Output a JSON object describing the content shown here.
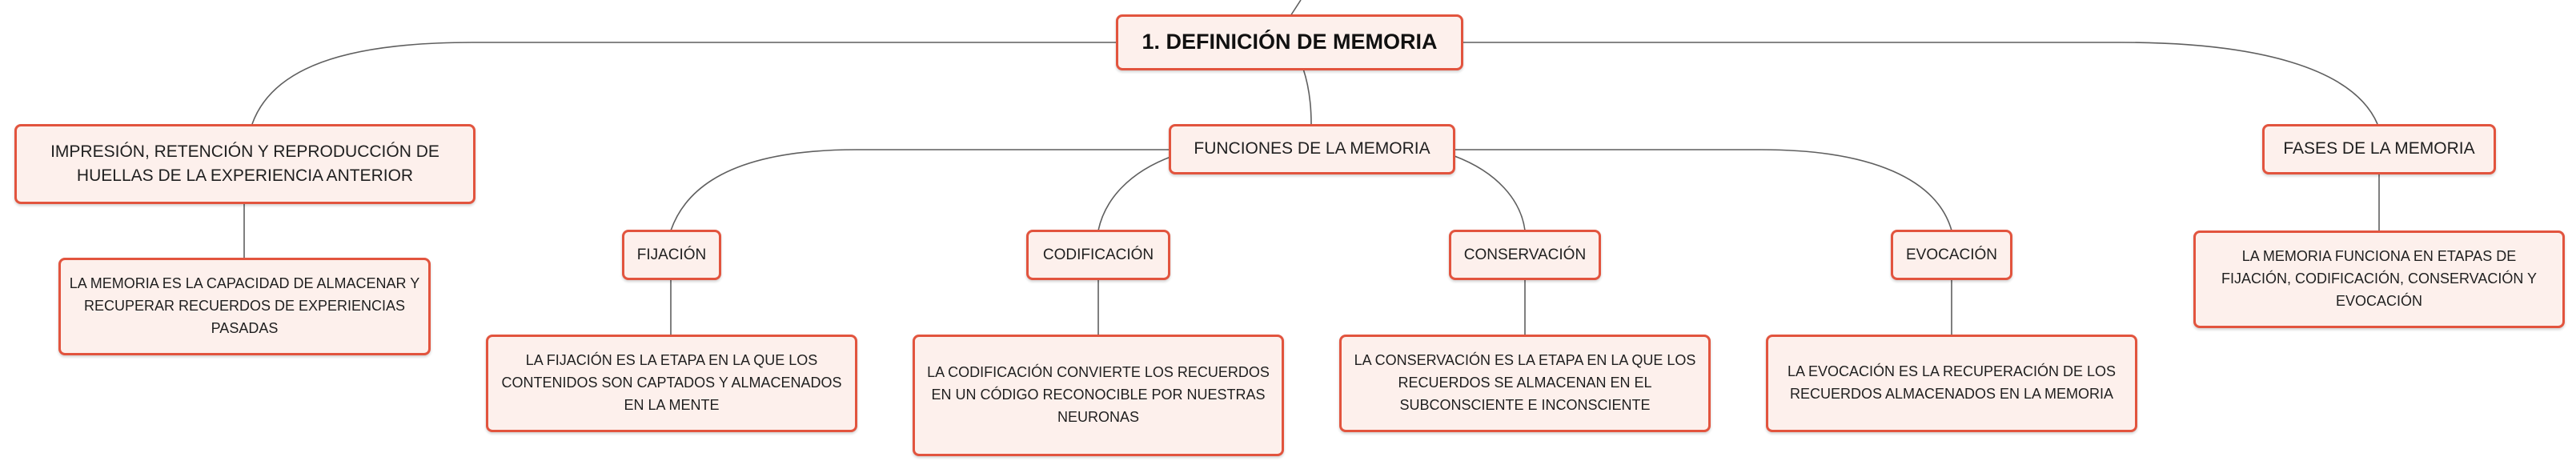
{
  "diagram": {
    "root": "1. DEFINICIÓN DE MEMORIA",
    "definition": "IMPRESIÓN, RETENCIÓN Y REPRODUCCIÓN DE HUELLAS DE LA EXPERIENCIA ANTERIOR",
    "definition_detail": "LA MEMORIA ES LA CAPACIDAD DE ALMACENAR Y RECUPERAR RECUERDOS DE EXPERIENCIAS PASADAS",
    "functions": "FUNCIONES DE LA MEMORIA",
    "phases": "FASES DE LA MEMORIA",
    "phases_detail": "LA MEMORIA FUNCIONA EN ETAPAS DE FIJACIÓN, CODIFICACIÓN, CONSERVACIÓN Y EVOCACIÓN",
    "fijacion": "FIJACIÓN",
    "fijacion_detail": "LA FIJACIÓN ES LA ETAPA EN LA QUE LOS CONTENIDOS SON CAPTADOS Y ALMACENADOS EN LA MENTE",
    "codificacion": "CODIFICACIÓN",
    "codificacion_detail": "LA CODIFICACIÓN CONVIERTE LOS RECUERDOS EN UN CÓDIGO RECONOCIBLE POR NUESTRAS NEURONAS",
    "conservacion": "CONSERVACIÓN",
    "conservacion_detail": "LA CONSERVACIÓN ES LA ETAPA EN LA QUE LOS RECUERDOS SE ALMACENAN EN EL SUBCONSCIENTE E INCONSCIENTE",
    "evocacion": "EVOCACIÓN",
    "evocacion_detail": "LA EVOCACIÓN ES LA RECUPERACIÓN DE LOS RECUERDOS ALMACENADOS EN LA MEMORIA"
  },
  "colors": {
    "node_fill": "#fdf0ec",
    "node_border": "#e2543e",
    "connector": "#5f5f5f"
  }
}
